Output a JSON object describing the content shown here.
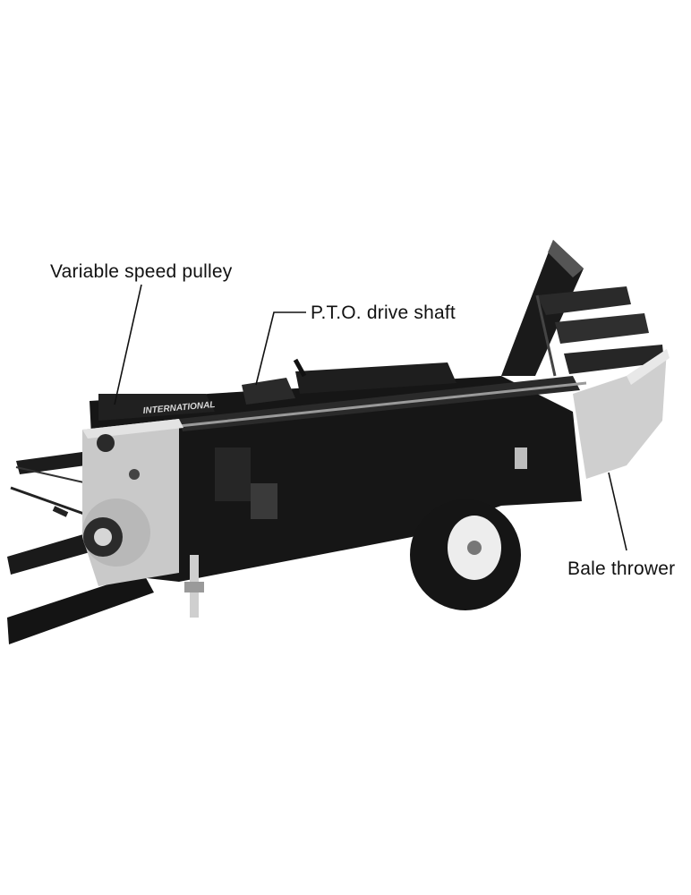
{
  "figure": {
    "labels": {
      "variable_speed_pulley": "Variable speed pulley",
      "pto_drive_shaft": "P.T.O. drive shaft",
      "bale_thrower": "Bale thrower"
    },
    "brand_marking": "INTERNATIONAL",
    "colors": {
      "ink": "#111111",
      "metal_light": "#c9c9c9",
      "metal_dark": "#1a1a1a",
      "paper": "#ffffff"
    }
  }
}
